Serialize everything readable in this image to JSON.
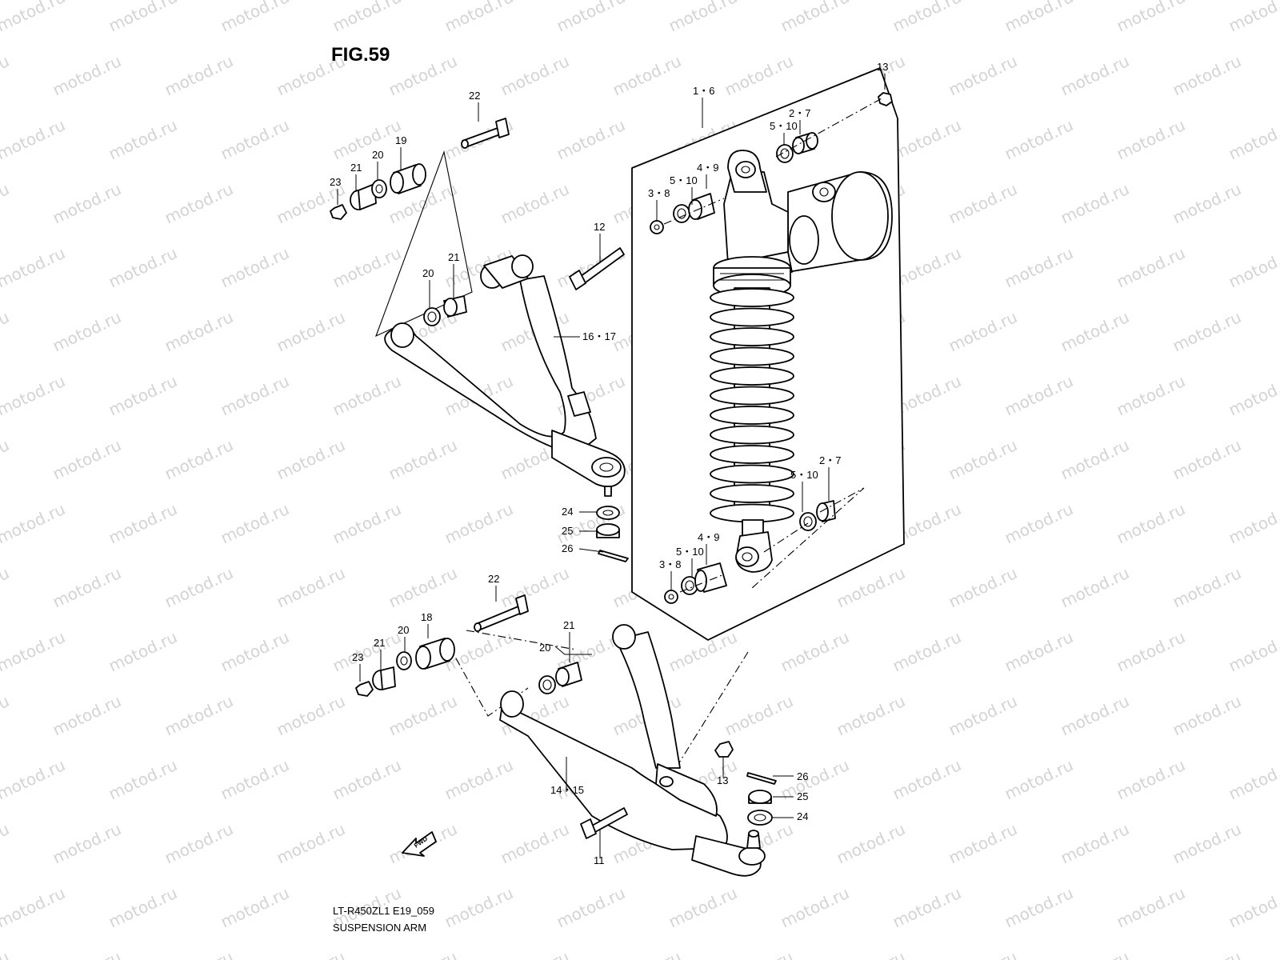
{
  "figure": {
    "title": "FIG.59"
  },
  "footer": {
    "model_code": "LT-R450ZL1 E19_059",
    "caption": "SUSPENSION ARM"
  },
  "watermark": {
    "text": "motod.ru"
  },
  "fwd_label": "FWD",
  "callouts": [
    {
      "id": "c-1-6",
      "text": "1・6"
    },
    {
      "id": "c-13-top",
      "text": "13"
    },
    {
      "id": "c-2-7-top",
      "text": "2・7"
    },
    {
      "id": "c-5-10-top-right",
      "text": "5・10"
    },
    {
      "id": "c-4-9-top",
      "text": "4・9"
    },
    {
      "id": "c-5-10-top-left",
      "text": "5・10"
    },
    {
      "id": "c-3-8-top",
      "text": "3・8"
    },
    {
      "id": "c-22-top",
      "text": "22"
    },
    {
      "id": "c-19",
      "text": "19"
    },
    {
      "id": "c-20-top-a",
      "text": "20"
    },
    {
      "id": "c-21-top-a",
      "text": "21"
    },
    {
      "id": "c-23-top",
      "text": "23"
    },
    {
      "id": "c-12",
      "text": "12"
    },
    {
      "id": "c-21-top-b",
      "text": "21"
    },
    {
      "id": "c-20-top-b",
      "text": "20"
    },
    {
      "id": "c-16-17",
      "text": "16・17"
    },
    {
      "id": "c-24-upper",
      "text": "24"
    },
    {
      "id": "c-25-upper",
      "text": "25"
    },
    {
      "id": "c-26-upper",
      "text": "26"
    },
    {
      "id": "c-2-7-bottom",
      "text": "2・7"
    },
    {
      "id": "c-5-10-bottom-right",
      "text": "5・10"
    },
    {
      "id": "c-4-9-bottom",
      "text": "4・9"
    },
    {
      "id": "c-5-10-bottom-left",
      "text": "5・10"
    },
    {
      "id": "c-3-8-bottom",
      "text": "3・8"
    },
    {
      "id": "c-22-bottom",
      "text": "22"
    },
    {
      "id": "c-18",
      "text": "18"
    },
    {
      "id": "c-20-bottom-a",
      "text": "20"
    },
    {
      "id": "c-21-bottom-a",
      "text": "21"
    },
    {
      "id": "c-23-bottom",
      "text": "23"
    },
    {
      "id": "c-21-bottom-b",
      "text": "21"
    },
    {
      "id": "c-20-bottom-b",
      "text": "20"
    },
    {
      "id": "c-14-15",
      "text": "14・15"
    },
    {
      "id": "c-13-bottom",
      "text": "13"
    },
    {
      "id": "c-26-lower",
      "text": "26"
    },
    {
      "id": "c-25-lower",
      "text": "25"
    },
    {
      "id": "c-24-lower",
      "text": "24"
    },
    {
      "id": "c-11",
      "text": "11"
    }
  ]
}
